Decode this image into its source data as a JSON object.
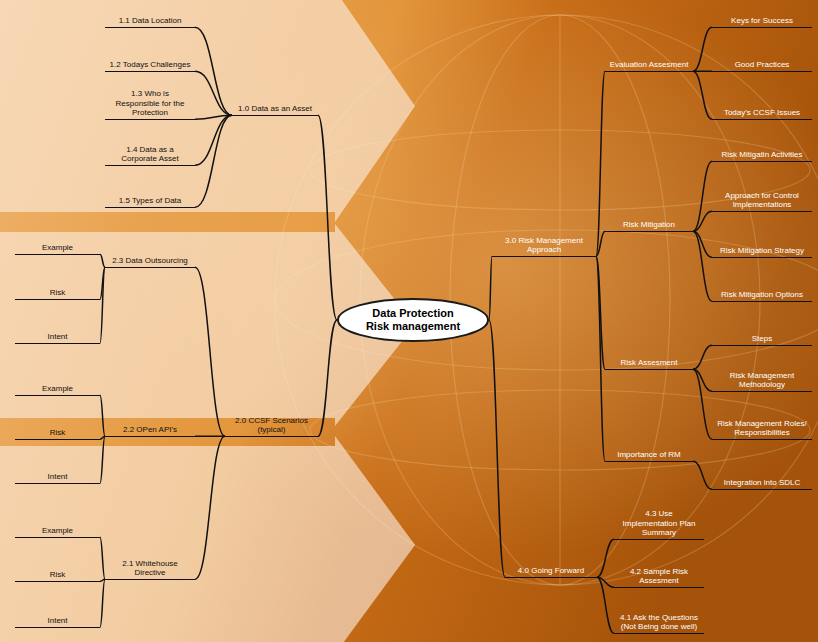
{
  "diagram": {
    "nodes": [
      {
        "text": [
          "Data Protection Risk management"
        ]
      },
      {
        "text": [
          "1.0 Data as an Asset"
        ]
      },
      {
        "text": [
          "1.1 Data Location"
        ]
      },
      {
        "text": [
          "1.2 Todays Challenges"
        ]
      },
      {
        "text": [
          "1.3 Who is Responsible for the Protection"
        ]
      },
      {
        "text": [
          "1.4 Data as a Corporate Asset"
        ]
      },
      {
        "text": [
          "1.5 Types of Data"
        ]
      },
      {
        "text": [
          "2.0 CCSF Scenarios (typical)"
        ]
      },
      {
        "text": [
          "2.3 Data Outsourcing"
        ]
      },
      {
        "text": [
          "Example"
        ]
      },
      {
        "text": [
          "Risk"
        ]
      },
      {
        "text": [
          "Intent"
        ]
      },
      {
        "text": [
          "2.2 OPen API's"
        ]
      },
      {
        "text": [
          "Example"
        ]
      },
      {
        "text": [
          "Risk"
        ]
      },
      {
        "text": [
          "Intent"
        ]
      },
      {
        "text": [
          "2.1 Whitehouse Directive"
        ]
      },
      {
        "text": [
          "Example"
        ]
      },
      {
        "text": [
          "Risk"
        ]
      },
      {
        "text": [
          "Intent"
        ]
      },
      {
        "text": [
          "3.0 Risk Management Approach"
        ]
      },
      {
        "text": [
          "Evaluation Assesment"
        ]
      },
      {
        "text": [
          "Keys for Success"
        ]
      },
      {
        "text": [
          "Good Practices"
        ]
      },
      {
        "text": [
          "Today's CCSF Issues"
        ]
      },
      {
        "text": [
          "Risk Mitigation"
        ]
      },
      {
        "text": [
          "Risk Mitigatin Activities"
        ]
      },
      {
        "text": [
          "Approach for Control Implementations"
        ]
      },
      {
        "text": [
          "Risk Mitigation Strategy"
        ]
      },
      {
        "text": [
          "Risk Mitigation Options"
        ]
      },
      {
        "text": [
          "Risk Assesment"
        ]
      },
      {
        "text": [
          "Steps"
        ]
      },
      {
        "text": [
          "Risk Management Methodology"
        ]
      },
      {
        "text": [
          "Risk Management Roles/ Responsibilities"
        ]
      },
      {
        "text": [
          "Importance of RM"
        ]
      },
      {
        "text": [
          "Integration into SDLC"
        ]
      },
      {
        "text": [
          "4.0 Going Forward"
        ]
      },
      {
        "text": [
          "4.3 Use Implementation Plan Summary"
        ]
      },
      {
        "text": [
          "4.2 Sample Risk Assesment"
        ]
      },
      {
        "text": [
          "4.1 Ask the Questions (Not Being done well)"
        ]
      }
    ],
    "edges": [
      {
        "from": 0,
        "to": 1,
        "arrow": "none"
      },
      {
        "from": 0,
        "to": 7,
        "arrow": "none"
      },
      {
        "from": 0,
        "to": 20,
        "arrow": "none"
      },
      {
        "from": 0,
        "to": 36,
        "arrow": "none"
      },
      {
        "from": 1,
        "to": 2,
        "arrow": "none"
      },
      {
        "from": 1,
        "to": 3,
        "arrow": "none"
      },
      {
        "from": 1,
        "to": 4,
        "arrow": "none"
      },
      {
        "from": 1,
        "to": 5,
        "arrow": "none"
      },
      {
        "from": 1,
        "to": 6,
        "arrow": "none"
      },
      {
        "from": 7,
        "to": 8,
        "arrow": "none"
      },
      {
        "from": 7,
        "to": 12,
        "arrow": "none"
      },
      {
        "from": 7,
        "to": 16,
        "arrow": "none"
      },
      {
        "from": 8,
        "to": 9,
        "arrow": "none"
      },
      {
        "from": 8,
        "to": 10,
        "arrow": "none"
      },
      {
        "from": 8,
        "to": 11,
        "arrow": "none"
      },
      {
        "from": 12,
        "to": 13,
        "arrow": "none"
      },
      {
        "from": 12,
        "to": 14,
        "arrow": "none"
      },
      {
        "from": 12,
        "to": 15,
        "arrow": "none"
      },
      {
        "from": 16,
        "to": 17,
        "arrow": "none"
      },
      {
        "from": 16,
        "to": 18,
        "arrow": "none"
      },
      {
        "from": 16,
        "to": 19,
        "arrow": "none"
      },
      {
        "from": 20,
        "to": 21,
        "arrow": "none"
      },
      {
        "from": 20,
        "to": 25,
        "arrow": "none"
      },
      {
        "from": 20,
        "to": 30,
        "arrow": "none"
      },
      {
        "from": 20,
        "to": 34,
        "arrow": "none"
      },
      {
        "from": 21,
        "to": 22,
        "arrow": "none"
      },
      {
        "from": 21,
        "to": 23,
        "arrow": "none"
      },
      {
        "from": 21,
        "to": 24,
        "arrow": "none"
      },
      {
        "from": 25,
        "to": 26,
        "arrow": "none"
      },
      {
        "from": 25,
        "to": 27,
        "arrow": "none"
      },
      {
        "from": 25,
        "to": 28,
        "arrow": "none"
      },
      {
        "from": 25,
        "to": 29,
        "arrow": "none"
      },
      {
        "from": 30,
        "to": 31,
        "arrow": "none"
      },
      {
        "from": 30,
        "to": 32,
        "arrow": "none"
      },
      {
        "from": 30,
        "to": 33,
        "arrow": "none"
      },
      {
        "from": 34,
        "to": 35,
        "arrow": "none"
      },
      {
        "from": 36,
        "to": 37,
        "arrow": "none"
      },
      {
        "from": 36,
        "to": 38,
        "arrow": "none"
      },
      {
        "from": 36,
        "to": 39,
        "arrow": "none"
      }
    ]
  }
}
